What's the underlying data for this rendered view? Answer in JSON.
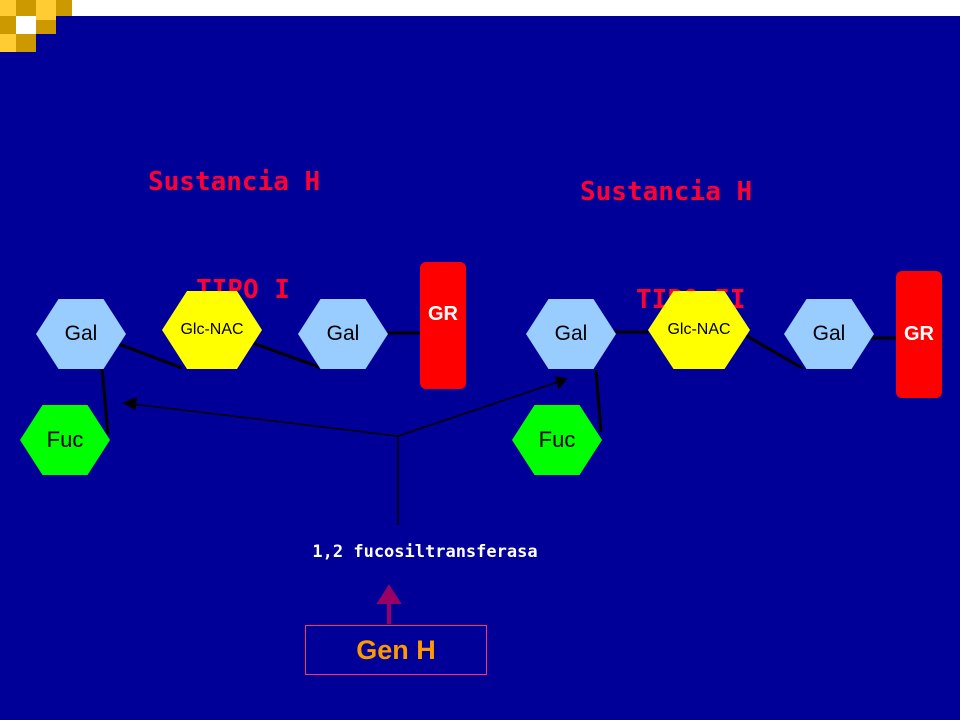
{
  "titles": {
    "left": {
      "line1": "Sustancia H",
      "line2": "TIPO I"
    },
    "right": {
      "line1": "Sustancia H",
      "line2": "TIPO II"
    }
  },
  "labels": {
    "gal": "Gal",
    "glc_nac": "Glc-NAC",
    "fuc": "Fuc",
    "gr": "GR"
  },
  "enzyme": "1,2 fucosiltransferasa",
  "gene": "Gen H",
  "colors": {
    "background": "#000099",
    "title": "#ff0033",
    "gal": "#99ccff",
    "glc_nac": "#ffff00",
    "fuc": "#00ff00",
    "gr": "#ff0000",
    "gene_text": "#ff9900",
    "gene_arrow": "#990066"
  }
}
